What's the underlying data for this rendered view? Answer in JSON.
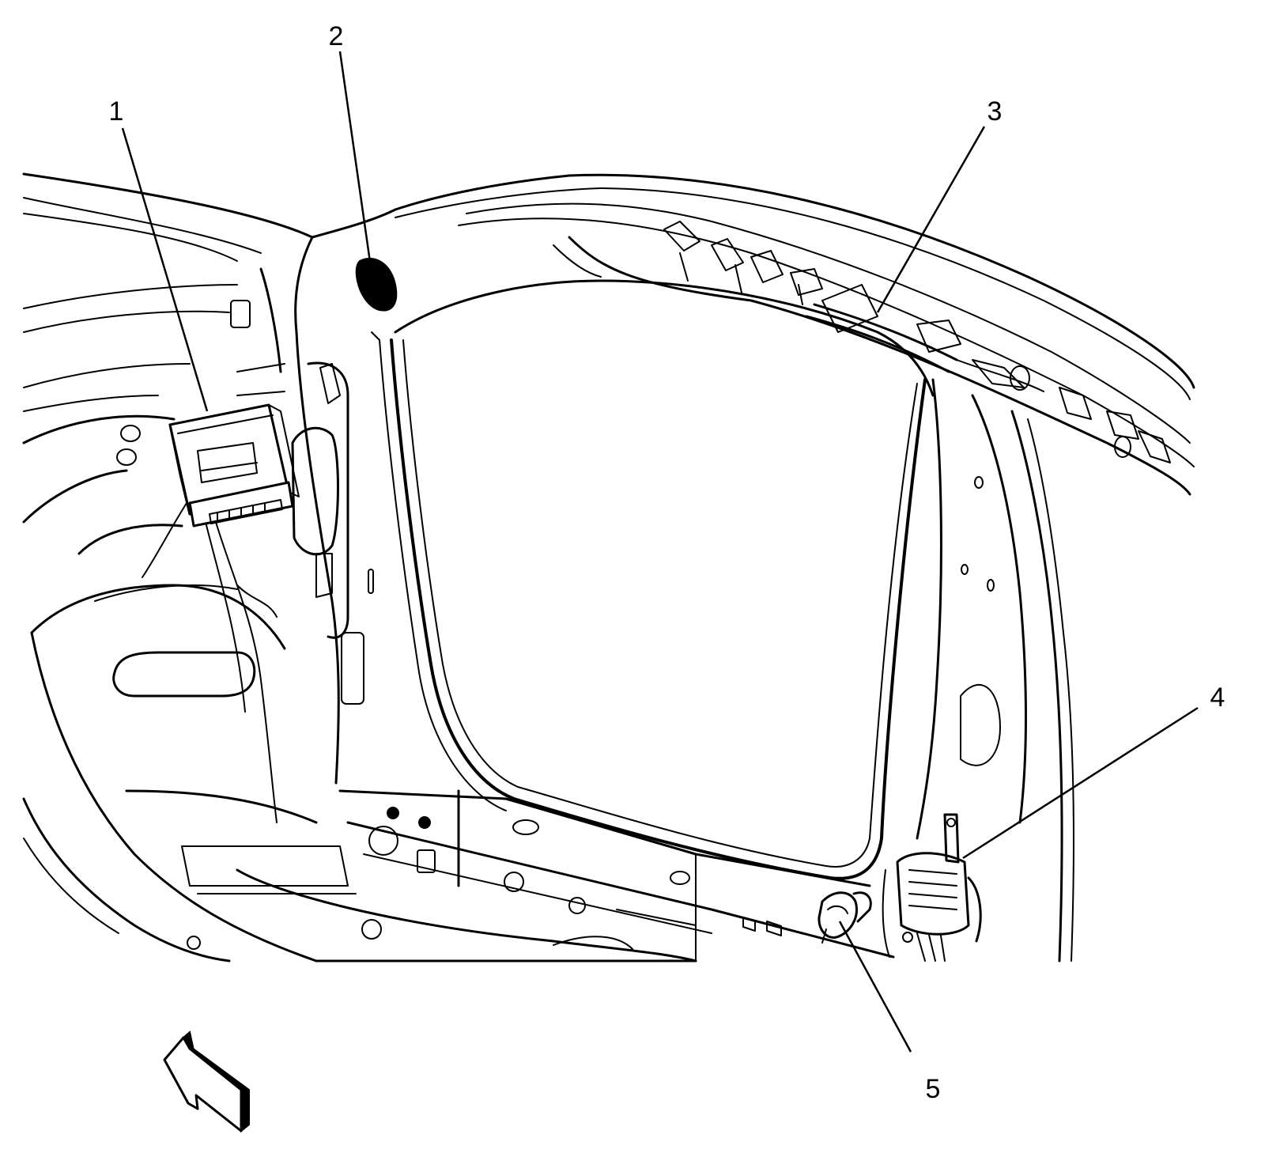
{
  "diagram": {
    "callouts": [
      {
        "id": "1",
        "label": "1"
      },
      {
        "id": "2",
        "label": "2"
      },
      {
        "id": "3",
        "label": "3"
      },
      {
        "id": "4",
        "label": "4"
      },
      {
        "id": "5",
        "label": "5"
      }
    ],
    "icons": {
      "direction_arrow": "front-direction-arrow-icon"
    },
    "colors": {
      "ink": "#000000",
      "background": "#ffffff"
    }
  }
}
